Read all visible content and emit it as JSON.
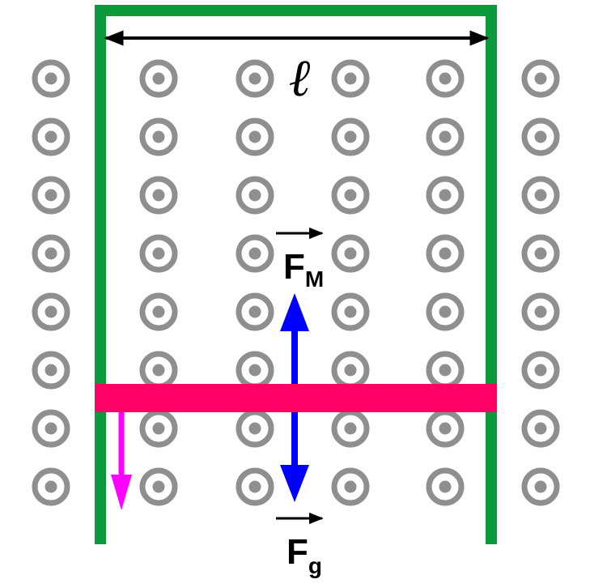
{
  "colors": {
    "background": "#ffffff",
    "field_symbol": "#8f8f8f",
    "rail": "#0a9a3c",
    "rod": "#ff0066",
    "force_arrows": "#0000ff",
    "velocity_arrow": "#ff00ff",
    "text": "#000000"
  },
  "labels": {
    "length": "ℓ",
    "magnetic_force_main": "F",
    "magnetic_force_sub": "M",
    "gravity_force_main": "F",
    "gravity_force_sub": "g"
  },
  "field": {
    "symbol": "dot-in-circle-icon",
    "direction": "out of page",
    "rows": 8,
    "columns": 6
  }
}
